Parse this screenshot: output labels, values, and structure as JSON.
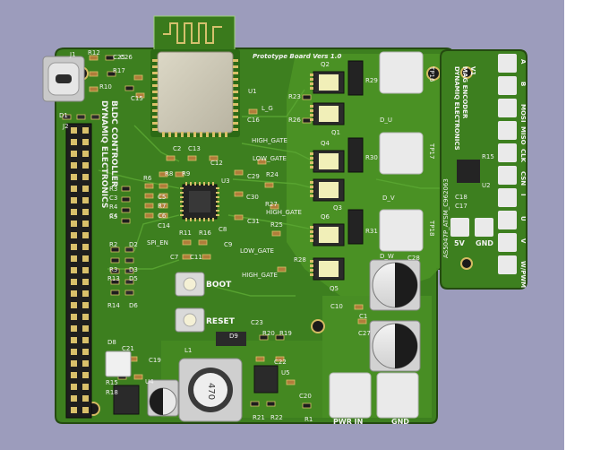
{
  "board": {
    "title": "Prototype Board Vers 1.0",
    "brand_lines": [
      "DYNAMIQ ELECTRONICS",
      "BLDC CONTROLLER"
    ],
    "boot_label": "BOOT",
    "reset_label": "RESET",
    "pwr_label": "PWR IN",
    "gnd_label": "GND",
    "spi_label": "SPI_EN",
    "inductor_value": "470",
    "gate_labels": {
      "hg1": "HIGH_GATE",
      "lg1": "LOW_GATE",
      "lg0": "L_G",
      "hg2": "HIGH_GATE",
      "lg2": "LOW_GATE",
      "hg3": "HIGH_GATE"
    },
    "phase_labels": {
      "u": "D_U",
      "v": "D_V",
      "w": "D_W"
    },
    "tp_labels": [
      "TP16",
      "TP17",
      "TP18"
    ],
    "designators": {
      "J1": "J1",
      "R12": "R12",
      "C25": "C25",
      "C26": "C26",
      "R17": "R17",
      "R10": "R10",
      "C15": "C15",
      "D1": "D1",
      "J2": "J2",
      "U1": "U1",
      "C16": "C16",
      "R23": "R23",
      "R26": "R26",
      "Q2": "Q2",
      "Q1": "Q1",
      "R29": "R29",
      "Q4": "Q4",
      "Q3": "Q3",
      "R30": "R30",
      "Q6": "Q6",
      "Q5": "Q5",
      "R31": "R31",
      "C2": "C2",
      "C13": "C13",
      "C12": "C12",
      "R8": "R8",
      "R9": "R9",
      "U3": "U3",
      "C29": "C29",
      "R24": "R24",
      "C30": "C30",
      "R27": "R27",
      "C31": "C31",
      "R25": "R25",
      "R28": "R28",
      "R6": "R6",
      "R3a": "R3",
      "R4": "R4",
      "R5": "R5",
      "C3": "C3",
      "C4": "C4",
      "C5": "C5",
      "R7": "R7",
      "C6": "C6",
      "C14": "C14",
      "R11": "R11",
      "R16": "R16",
      "C8": "C8",
      "C9": "C9",
      "C7": "C7",
      "C11": "C11",
      "R2": "R2",
      "D2": "D2",
      "R3": "R3",
      "D3": "D3",
      "R13": "R13",
      "D5": "D5",
      "R14": "R14",
      "D6": "D6",
      "C28": "C28",
      "C10": "C10",
      "C1": "C1",
      "C27": "C27",
      "C23": "C23",
      "D9": "D9",
      "R20": "R20",
      "R19": "R19",
      "D8": "D8",
      "C21": "C21",
      "L1": "L1",
      "C19": "C19",
      "C22": "C22",
      "U5": "U5",
      "C24": "C24",
      "R15": "R15",
      "U4": "U4",
      "R18": "R18",
      "C20": "C20",
      "R21": "R21",
      "R22": "R22",
      "R1": "R1",
      "U2": "U2",
      "C18": "C18",
      "C17": "C17"
    }
  },
  "encoder": {
    "brand_lines": [
      "DYNAMIQ ELECTRONICS",
      "MAG ENCODER",
      "V1"
    ],
    "part_label": "AS5047P_ATSM_C962063",
    "pin_labels": [
      "A",
      "B",
      "MOSI",
      "MISO",
      "CLK",
      "CSN",
      "I",
      "U",
      "V",
      "W/PWM"
    ],
    "power_labels": [
      "5V",
      "GND"
    ],
    "R15": "R15",
    "U2": "U2",
    "C18": "C18",
    "C17": "C17"
  },
  "colors": {
    "background": "#9c9cbc",
    "pcb": "#3c7e1e",
    "pcb_dark": "#2c6514",
    "copper": "#4e9826",
    "gold": "#d9c06a",
    "pad_white": "#e8e8e8"
  }
}
